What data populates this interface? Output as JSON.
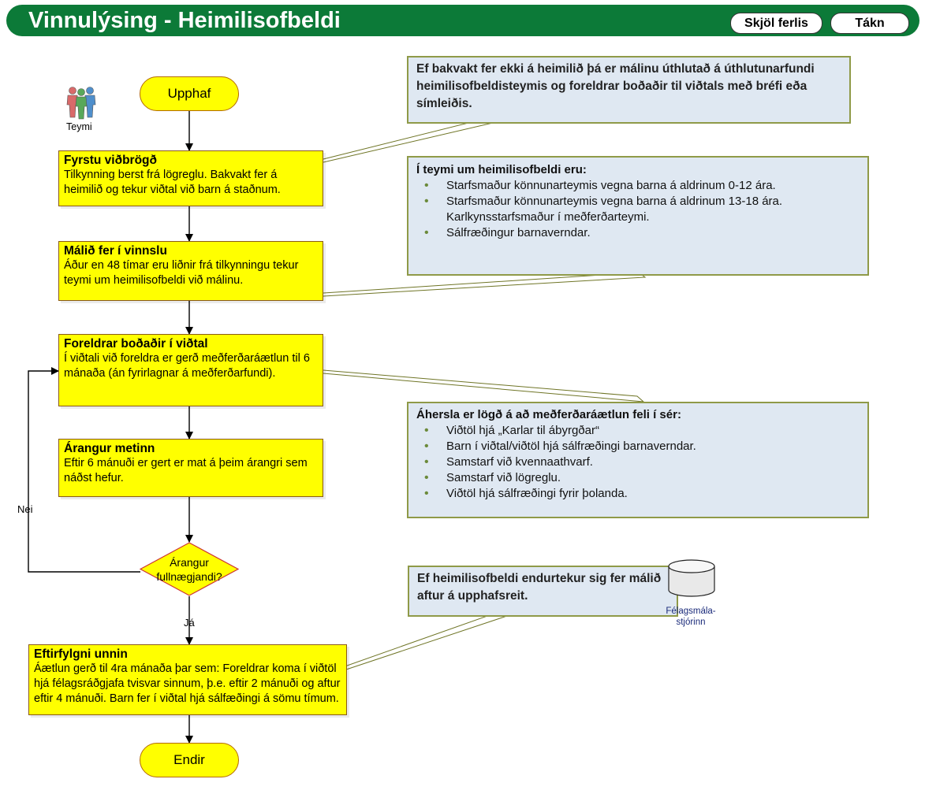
{
  "header": {
    "title": "Vinnulýsing - Heimilisofbeldi",
    "button_skjol": "Skjöl ferlis",
    "button_takn": "Tákn"
  },
  "team": {
    "label": "Teymi"
  },
  "flow": {
    "start": "Upphaf",
    "end": "Endir",
    "step1": {
      "title": "Fyrstu viðbrögð",
      "body": "Tilkynning berst frá lögreglu. Bakvakt fer á heimilið og tekur viðtal við barn á staðnum."
    },
    "step2": {
      "title": "Málið fer í vinnslu",
      "body": "Áður en 48 tímar eru liðnir frá tilkynningu tekur teymi um heimilisofbeldi við málinu."
    },
    "step3": {
      "title": "Foreldrar boðaðir í viðtal",
      "body": "Í viðtali við foreldra er gerð meðferðaráætlun til 6 mánaða (án fyrirlagnar á meðferðarfundi)."
    },
    "step4": {
      "title": "Árangur metinn",
      "body": "Eftir 6 mánuði er gert er mat á þeim árangri sem náðst hefur."
    },
    "decision": "Árangur fullnægjandi?",
    "label_no": "Nei",
    "label_yes": "Já",
    "step5": {
      "title": "Eftirfylgni unnin",
      "body": "Áætlun gerð til 4ra mánaða þar sem: Foreldrar koma í viðtöl hjá félagsráðgjafa tvisvar sinnum, þ.e. eftir 2 mánuði og aftur eftir 4 mánuði. Barn fer í viðtal hjá sálfæðingi á sömu tímum."
    }
  },
  "notes": {
    "note1": "Ef bakvakt fer ekki á heimilið þá er málinu úthlutað á úthlutunarfundi heimilisofbeldisteymis og foreldrar boðaðir til viðtals með bréfi eða símleiðis.",
    "note2": {
      "title": "Í teymi um heimilisofbeldi eru:",
      "items": [
        "Starfsmaður könnunarteymis vegna barna á aldrinum 0-12 ára.",
        "Starfsmaður könnunarteymis vegna barna á aldrinum 13-18 ára. Karlkynsstarfsmaður í meðferðarteymi.",
        "Sálfræðingur barnaverndar."
      ]
    },
    "note3": {
      "title": "Áhersla er lögð á að meðferðaráætlun feli í sér:",
      "items": [
        "Viðtöl hjá „Karlar til ábyrgðar“",
        "Barn í viðtal/viðtöl hjá sálfræðingi barnaverndar.",
        "Samstarf við kvennaathvarf.",
        "Samstarf við lögreglu.",
        "Viðtöl hjá sálfræðingi fyrir þolanda."
      ]
    },
    "note4": "Ef heimilisofbeldi endurtekur sig fer málið aftur á upphafsreit."
  },
  "datastore": {
    "label": "Félagsmála-stjórinn"
  },
  "colors": {
    "header": "#0c7a38",
    "process": "#ffff00",
    "note": "#dfe8f2",
    "note_border": "#8f9a48"
  }
}
